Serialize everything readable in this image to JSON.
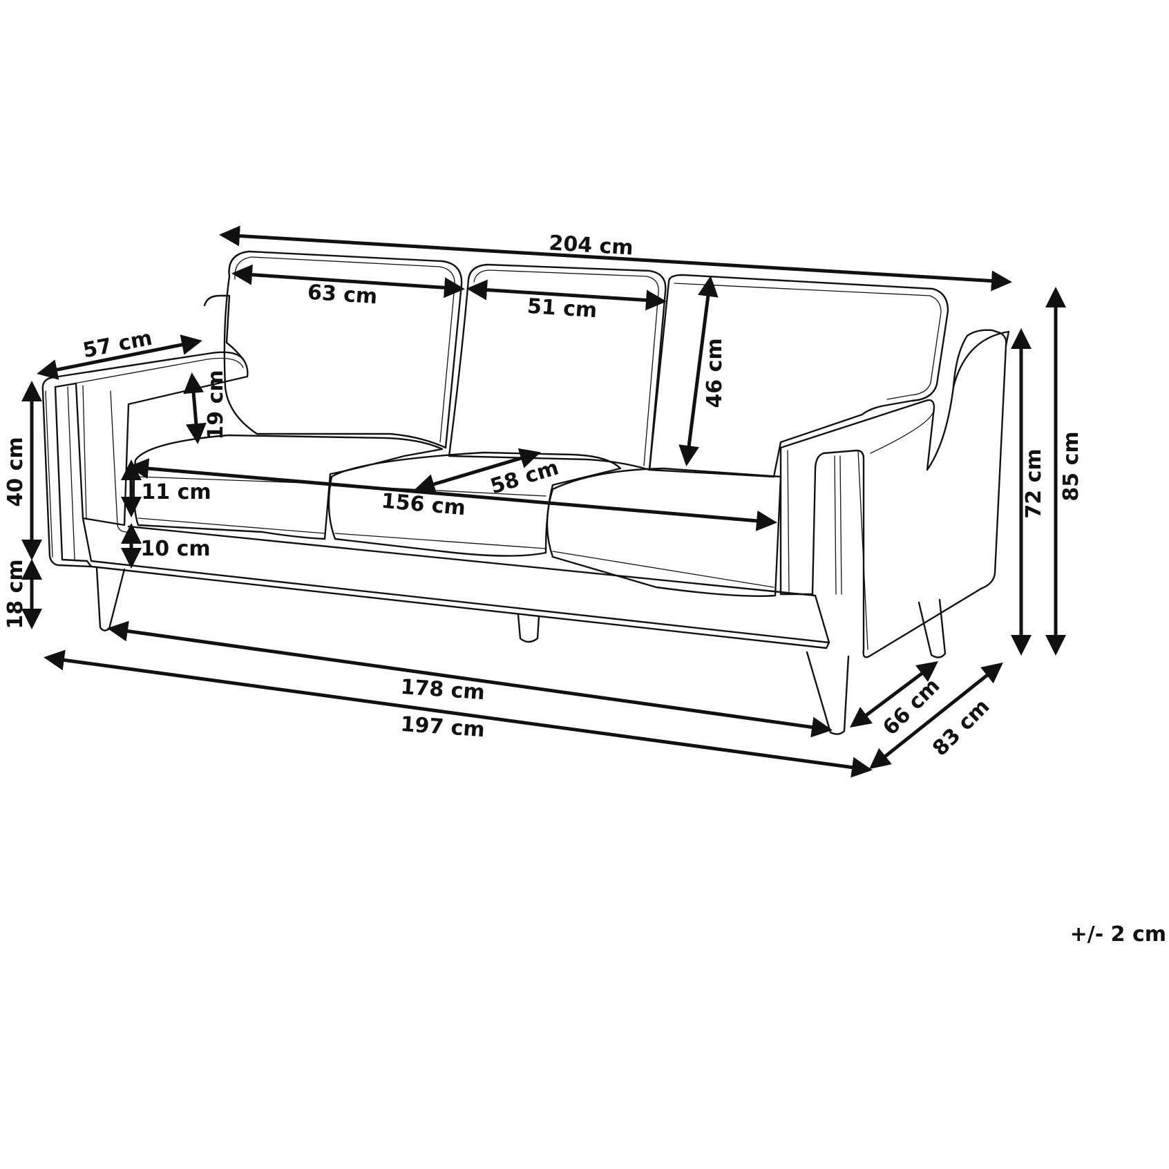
{
  "dimensions": {
    "overall_width": "204 cm",
    "back_cushion_left": "63 cm",
    "back_cushion_middle": "51 cm",
    "armrest_depth": "57 cm",
    "back_cushion_height": "46 cm",
    "armrest_height_above_seat": "19 cm",
    "arm_height": "40 cm",
    "seat_cushion_thickness": "11 cm",
    "seat_depth": "58 cm",
    "seat_width": "156 cm",
    "seat_base_height": "10 cm",
    "leg_height": "18 cm",
    "height_at_arm": "72 cm",
    "overall_height": "85 cm",
    "distance_between_legs": "178 cm",
    "overall_length": "197 cm",
    "depth_between_legs": "66 cm",
    "overall_depth": "83 cm"
  },
  "tolerance": "+/- 2 cm"
}
